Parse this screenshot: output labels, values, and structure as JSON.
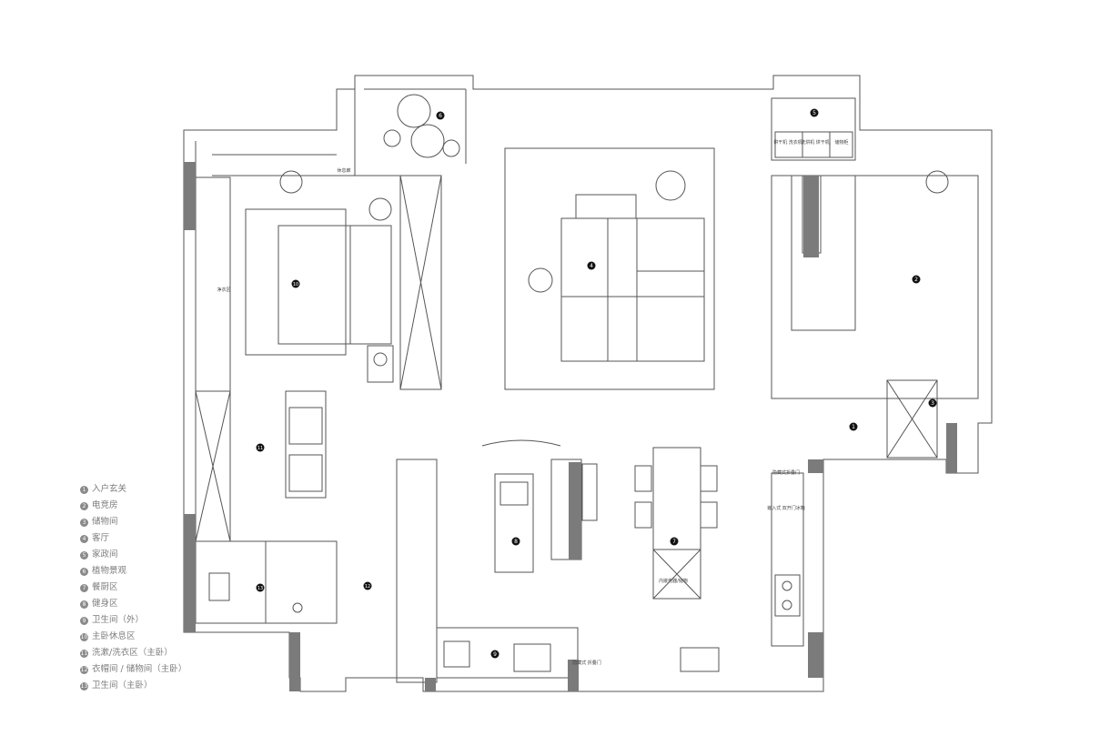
{
  "legend": [
    {
      "num": "1",
      "label": "入户玄关"
    },
    {
      "num": "2",
      "label": "电竞房"
    },
    {
      "num": "3",
      "label": "储物间"
    },
    {
      "num": "4",
      "label": "客厅"
    },
    {
      "num": "5",
      "label": "家政间"
    },
    {
      "num": "6",
      "label": "植物景观"
    },
    {
      "num": "7",
      "label": "餐厨区"
    },
    {
      "num": "8",
      "label": "健身区"
    },
    {
      "num": "9",
      "label": "卫生间（外）"
    },
    {
      "num": "10",
      "label": "主卧休息区"
    },
    {
      "num": "11",
      "label": "洗漱/洗衣区（主卧）"
    },
    {
      "num": "12",
      "label": "衣帽间 / 储物间（主卧）"
    },
    {
      "num": "13",
      "label": "卫生间（主卧）"
    }
  ],
  "room_markers": [
    "1",
    "2",
    "3",
    "4",
    "5",
    "6",
    "7",
    "8",
    "9",
    "10",
    "11",
    "12",
    "13"
  ],
  "plan_labels": {
    "plant_note": "休息廊",
    "laundry_a": "烘干机 洗衣机",
    "laundry_b": "洗烘机 烘干机",
    "laundry_c": "储物柜",
    "wardrobe_note": "净衣区",
    "hidden_door": "隐藏式折叠门",
    "fridge": "嵌入式 双开门冰箱",
    "pantry": "内嵌电器/储物",
    "hidden_door_2": "隐藏式 折叠门"
  },
  "colors": {
    "wall": "#7b7b7b",
    "line": "#555555",
    "legend_text": "#7c7c7c"
  }
}
